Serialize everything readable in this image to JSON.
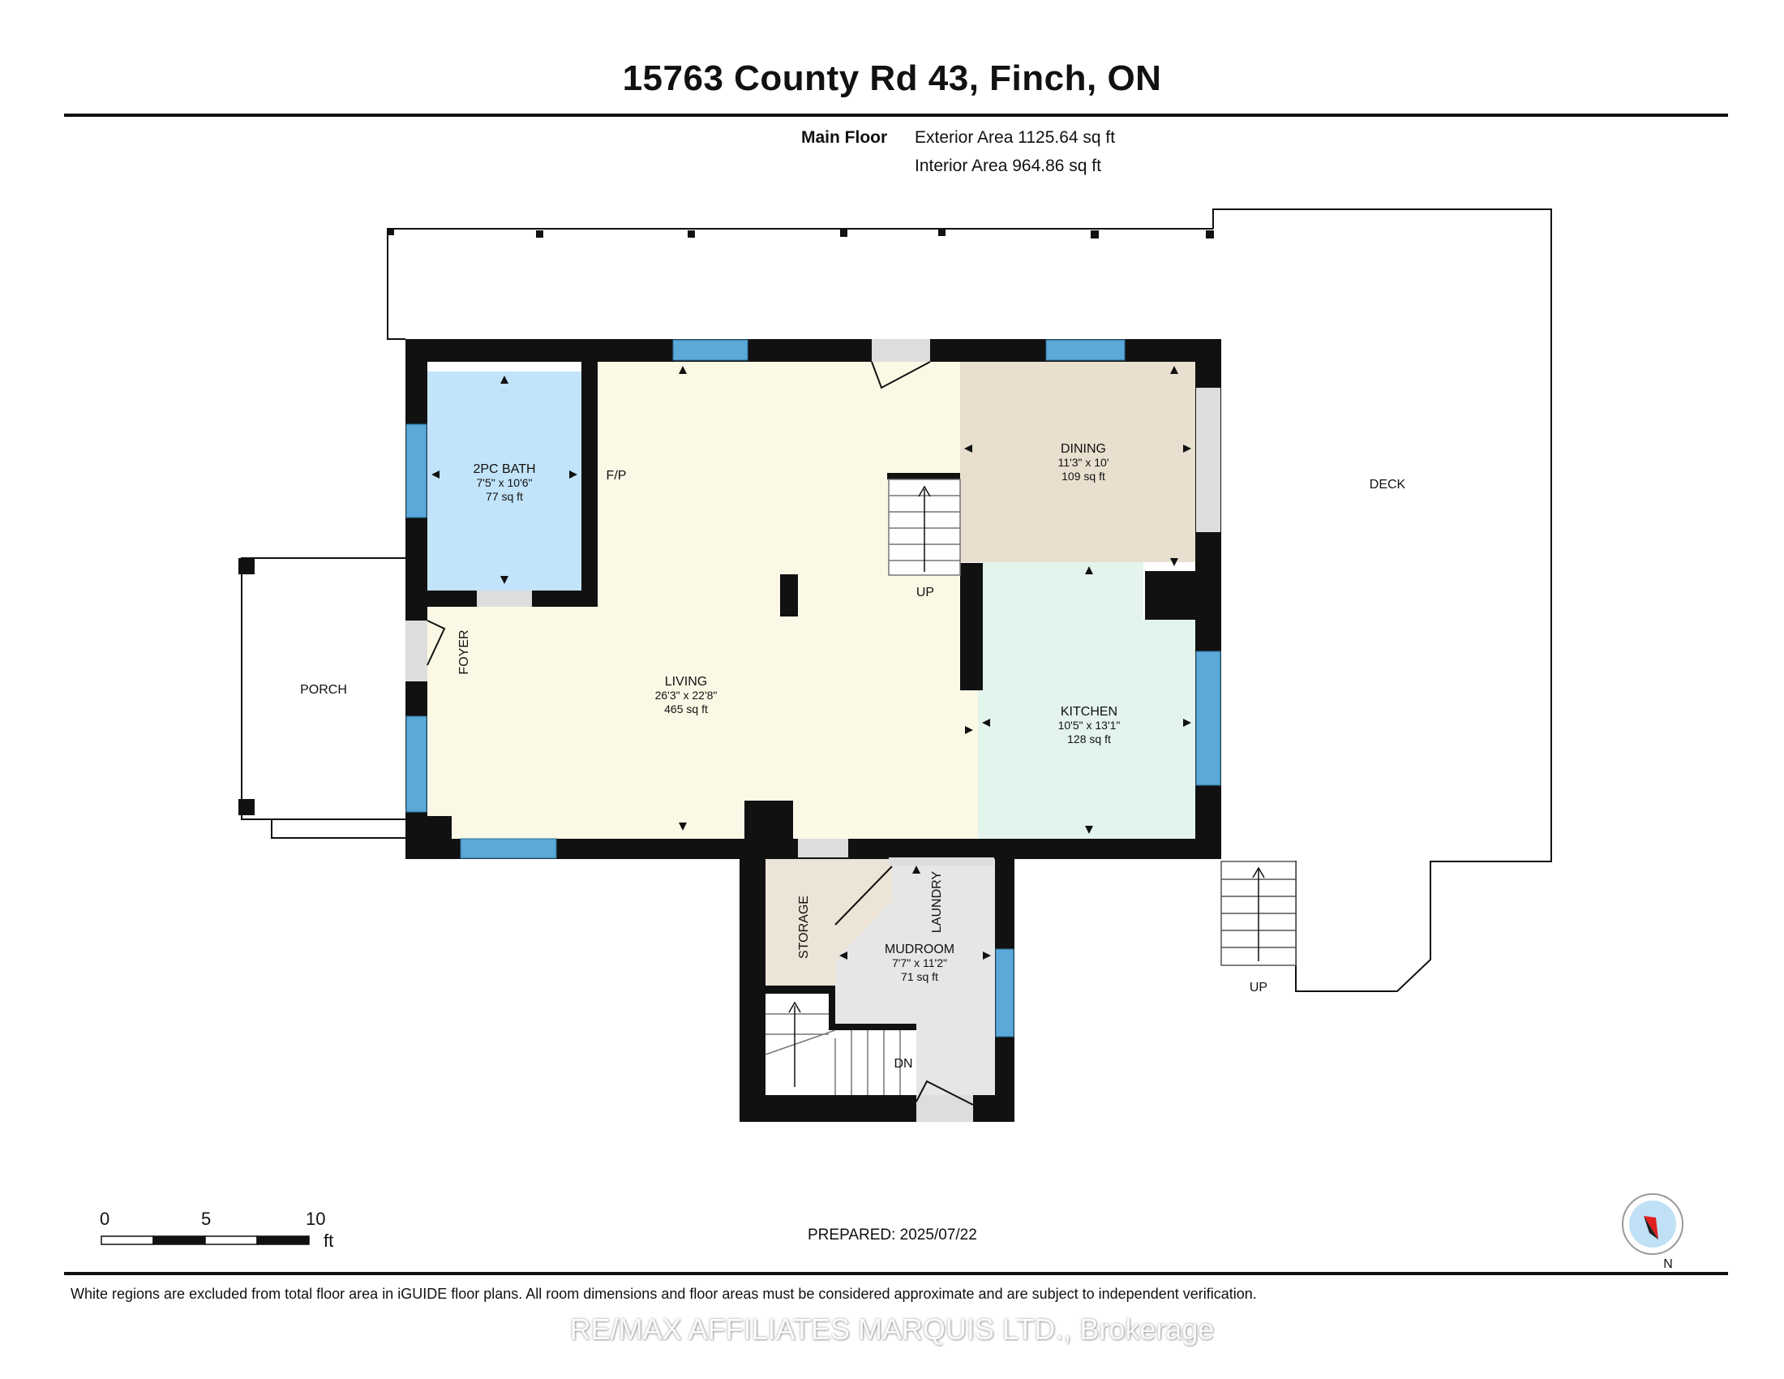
{
  "header": {
    "address": "15763 County Rd 43, Finch, ON",
    "floor_name": "Main Floor",
    "exterior_area": "Exterior Area 1125.64 sq ft",
    "interior_area": "Interior Area 964.86 sq ft"
  },
  "rooms": {
    "bath": {
      "name": "2PC BATH",
      "dims": "7'5\" x 10'6\"",
      "area": "77 sq ft",
      "color": "#c2e4fa"
    },
    "living": {
      "name": "LIVING",
      "dims": "26'3\" x 22'8\"",
      "area": "465 sq ft",
      "color": "#fbf9e6"
    },
    "dining": {
      "name": "DINING",
      "dims": "11'3\" x 10'",
      "area": "109 sq ft",
      "color": "#e8dfcf"
    },
    "kitchen": {
      "name": "KITCHEN",
      "dims": "10'5\" x 13'1\"",
      "area": "128 sq ft",
      "color": "#e3f4ec"
    },
    "mudroom": {
      "name": "MUDROOM",
      "dims": "7'7\" x 11'2\"",
      "area": "71 sq ft",
      "color": "#e6e6e6"
    },
    "storage": {
      "name": "STORAGE",
      "color": "#ece4d6"
    }
  },
  "labels": {
    "fireplace": "F/P",
    "foyer": "FOYER",
    "porch": "PORCH",
    "deck": "DECK",
    "laundry": "LAUNDRY",
    "stairs_up_main": "UP",
    "stairs_up_deck": "UP",
    "stairs_down": "DN"
  },
  "scale_bar": {
    "ticks": [
      "0",
      "5",
      "10"
    ],
    "unit": "ft"
  },
  "compass": {
    "label": "N"
  },
  "footer": {
    "prepared": "PREPARED: 2025/07/22",
    "disclaimer": "White regions are excluded from total floor area in iGUIDE floor plans. All room dimensions and floor areas must be considered approximate and are subject to independent verification.",
    "watermark": "RE/MAX AFFILIATES MARQUIS LTD., Brokerage"
  },
  "colors": {
    "wall": "#111111",
    "window": "#5aa9d8",
    "door": "#dddddd"
  }
}
